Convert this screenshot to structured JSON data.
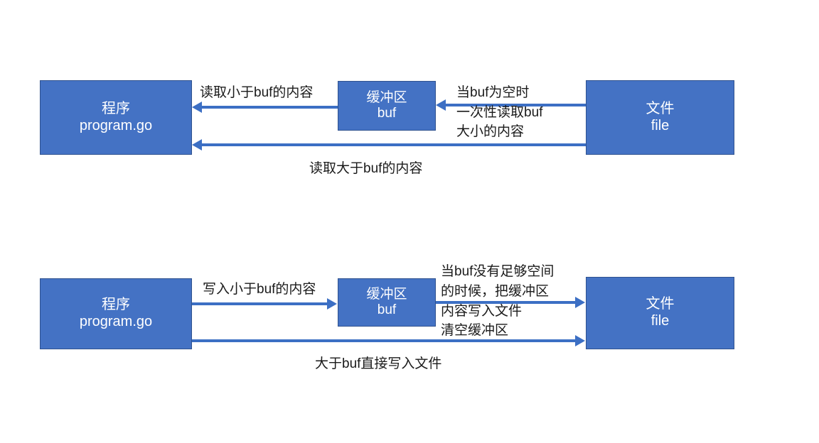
{
  "diagram": {
    "title_hidden": "Go bufio read/write buffering diagram",
    "accent_color": "#4472C4",
    "arrow_color": "#3C6FC4",
    "text_color": "#1a1a1a",
    "read_section": {
      "program_box": {
        "line1": "程序",
        "line2": "program.go"
      },
      "buffer_box": {
        "line1": "缓冲区",
        "line2": "buf"
      },
      "file_box": {
        "line1": "文件",
        "line2": "file"
      },
      "label_buf_to_program": "读取小于buf的内容",
      "label_file_to_buffer_l1": "当buf为空时",
      "label_file_to_buffer_l2": "一次性读取buf",
      "label_file_to_buffer_l3": "大小的内容",
      "label_file_to_program": "读取大于buf的内容"
    },
    "write_section": {
      "program_box": {
        "line1": "程序",
        "line2": "program.go"
      },
      "buffer_box": {
        "line1": "缓冲区",
        "line2": "buf"
      },
      "file_box": {
        "line1": "文件",
        "line2": "file"
      },
      "label_program_to_buffer": "写入小于buf的内容",
      "label_buffer_to_file_l1": "当buf没有足够空间",
      "label_buffer_to_file_l2": "的时候，把缓冲区",
      "label_buffer_to_file_l3": "内容写入文件",
      "label_buffer_to_file_l4": "清空缓冲区",
      "label_program_to_file": "大于buf直接写入文件"
    }
  }
}
